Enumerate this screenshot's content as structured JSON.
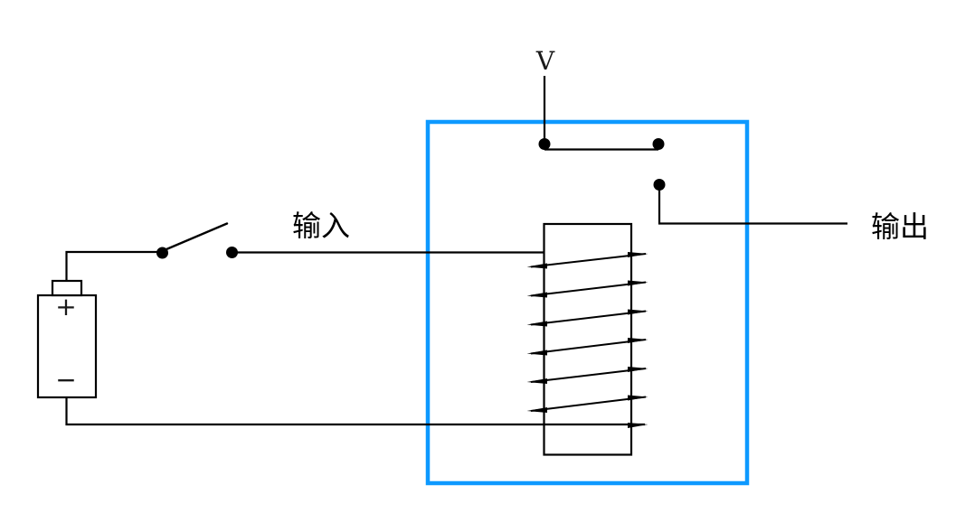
{
  "diagram": {
    "kind": "relay-circuit-schematic",
    "labels": {
      "voltage_probe": "V",
      "input": "输入",
      "output": "输出",
      "battery_plus": "+",
      "battery_minus": "−"
    },
    "colors": {
      "enclosure": "#0D99FF",
      "wire": "#000000",
      "background": "#FFFFFF"
    }
  }
}
